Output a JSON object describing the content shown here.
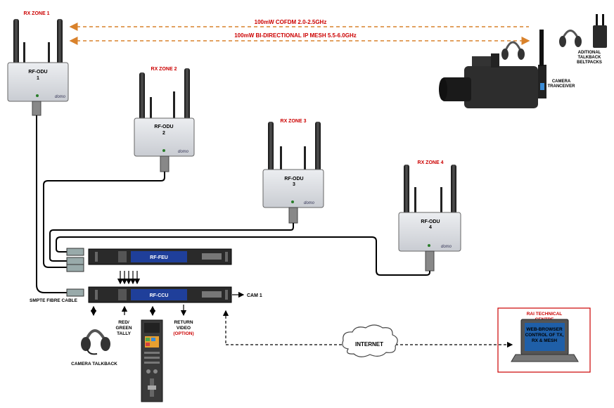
{
  "colors": {
    "accent_red": "#cc0000",
    "link_orange": "#d9822b",
    "rack_blue": "#1f3f9a",
    "odu_grey": "#d8dbe0",
    "laptop_screen": "#1f5fa8"
  },
  "links": {
    "cofdm": "100mW COFDM 2.0-2.5GHz",
    "mesh": "100mW BI-DIRECTIONAL IP MESH 5.5-6.0GHz"
  },
  "zones": [
    {
      "label": "RX ZONE 1",
      "unit_name": "RF-ODU",
      "unit_num": "1"
    },
    {
      "label": "RX ZONE 2",
      "unit_name": "RF-ODU",
      "unit_num": "2"
    },
    {
      "label": "RX ZONE 3",
      "unit_name": "RF-ODU",
      "unit_num": "3"
    },
    {
      "label": "RX ZONE 4",
      "unit_name": "RF-ODU",
      "unit_num": "4"
    }
  ],
  "brand": "domo",
  "camera": {
    "label_line1": "CAMERA",
    "label_line2": "TRANCEIVER"
  },
  "beltpacks": {
    "line1": "ADITIONAL",
    "line2": "TALKBACK",
    "line3": "BELTPACKS"
  },
  "rack": {
    "feu": "RF-FEU",
    "ccu": "RF-CCU",
    "cam_out": "CAM 1",
    "fibre_label": "SMPTE FIBRE CABLE"
  },
  "bottom": {
    "talkback": "CAMERA TALKBACK",
    "tally1": "RED/",
    "tally2": "GREEN",
    "tally3": "TALLY",
    "return1": "RETURN",
    "return2": "VIDEO",
    "return3": "(OPTION)"
  },
  "internet": "INTERNET",
  "rai": {
    "title1": "RAI TECHNICAL",
    "title2": "CENTRE",
    "screen1": "WEB-BROWSER",
    "screen2": "CONTROL OF TX,",
    "screen3": "RX & MESH"
  }
}
